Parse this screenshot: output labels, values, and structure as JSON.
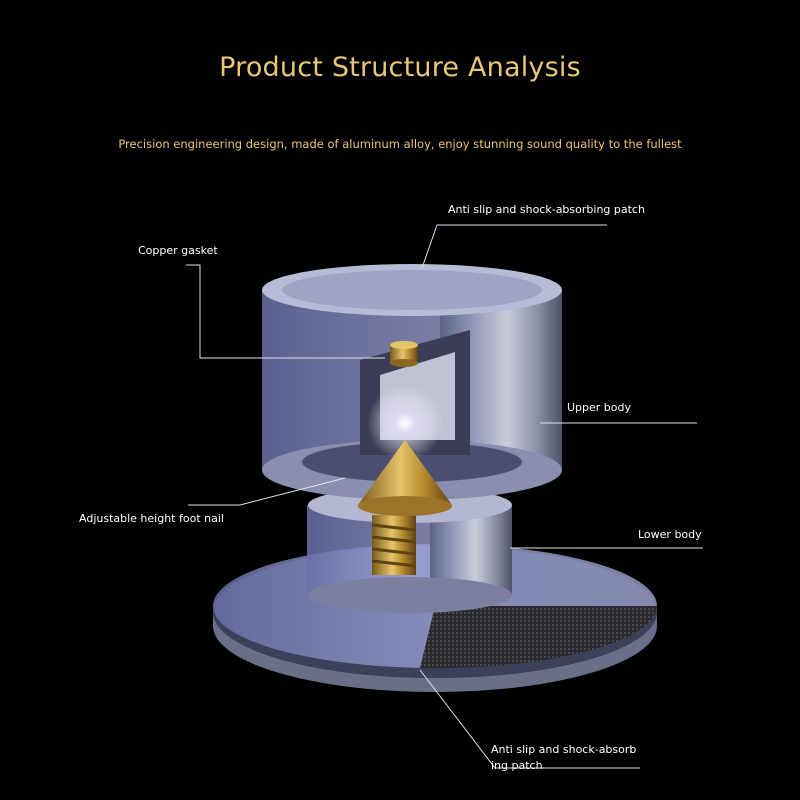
{
  "header": {
    "title": "Product Structure Analysis",
    "subtitle": "Precision engineering design, made of aluminum alloy, enjoy stunning sound quality to the fullest"
  },
  "labels": {
    "anti_slip_top": "Anti slip and shock-absorbing patch",
    "copper_gasket": "Copper gasket",
    "upper_body": "Upper body",
    "foot_nail": "Adjustable height foot nail",
    "lower_body": "Lower body",
    "anti_slip_bottom": "Anti slip and shock-absorb ing patch"
  },
  "colors": {
    "background": "#000000",
    "title_gold": "#e8c876",
    "label_white": "#ffffff",
    "metal": "#9aa0b8",
    "brass": "#c9a24a"
  }
}
